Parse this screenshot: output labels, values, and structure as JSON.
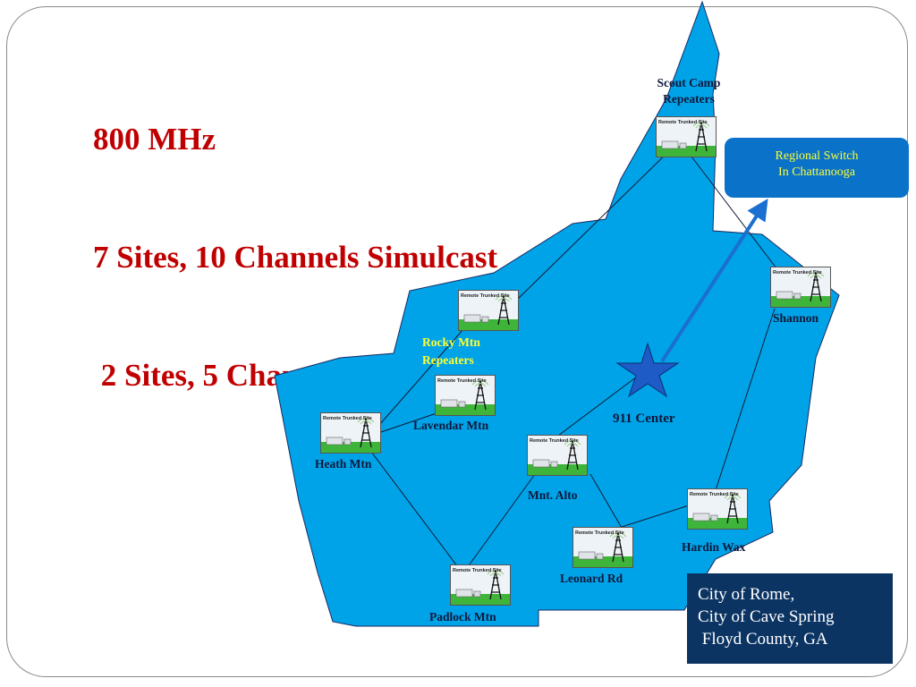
{
  "title": {
    "line1": "800 MHz",
    "line2": "7 Sites, 10 Channels Simulcast",
    "line3": " 2 Sites, 5 Channel Repeaters"
  },
  "site_icon_text": "Remote Trunked Site",
  "sites": {
    "scout_camp": {
      "label_line1": "Scout Camp",
      "label_line2": "Repeaters"
    },
    "shannon": {
      "label": "Shannon"
    },
    "rocky_mtn": {
      "label_line1": "Rocky Mtn",
      "label_line2": "Repeaters"
    },
    "lavendar_mtn": {
      "label": "Lavendar Mtn"
    },
    "heath_mtn": {
      "label": "Heath Mtn"
    },
    "mnt_alto": {
      "label": "Mnt. Alto"
    },
    "hardin_wax": {
      "label": "Hardin Wax"
    },
    "leonard_rd": {
      "label": "Leonard Rd"
    },
    "padlock_mtn": {
      "label": "Padlock Mtn"
    }
  },
  "center": {
    "label": "911 Center"
  },
  "regional_switch": {
    "line1": "Regional Switch",
    "line2": "In Chattanooga"
  },
  "coverage": {
    "line1": "City of Rome,",
    "line2": "City of Cave Spring",
    "line3": " Floyd County, GA"
  },
  "colors": {
    "map_fill": "#00a3e8",
    "title": "#c00000",
    "regional_box": "#0a72c9",
    "regional_text": "#ffff33",
    "info_box": "#0b3463",
    "star": "#1e5bc6",
    "arrow": "#1a6fd0",
    "rocky_label": "#ffff33"
  }
}
